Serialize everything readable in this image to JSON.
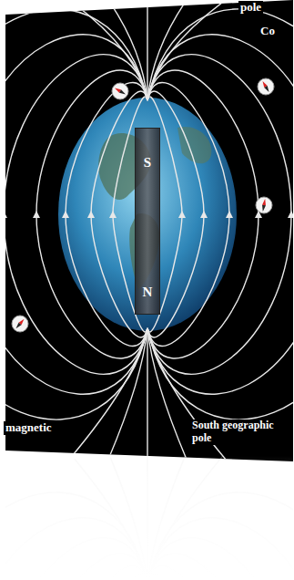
{
  "diagram": {
    "nodes": [
      {
        "text": [
          "S",
          "N"
        ]
      }
    ],
    "labels": [
      "pole",
      "Co",
      "magnetic",
      "South geographic pole"
    ]
  }
}
